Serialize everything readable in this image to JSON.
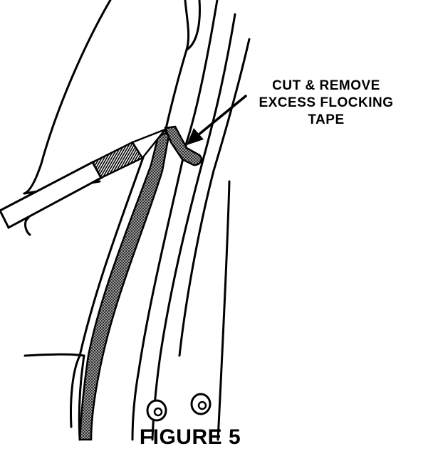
{
  "callout": {
    "lines": [
      "CUT & REMOVE",
      "EXCESS FLOCKING",
      "TAPE"
    ]
  },
  "caption": "FIGURE 5",
  "colors": {
    "ink": "#000000",
    "paper": "#ffffff",
    "tape_texture": "#6a6a6a"
  },
  "icons": {
    "knife": "utility-knife-icon",
    "fasteners": "round-fastener-icon"
  }
}
